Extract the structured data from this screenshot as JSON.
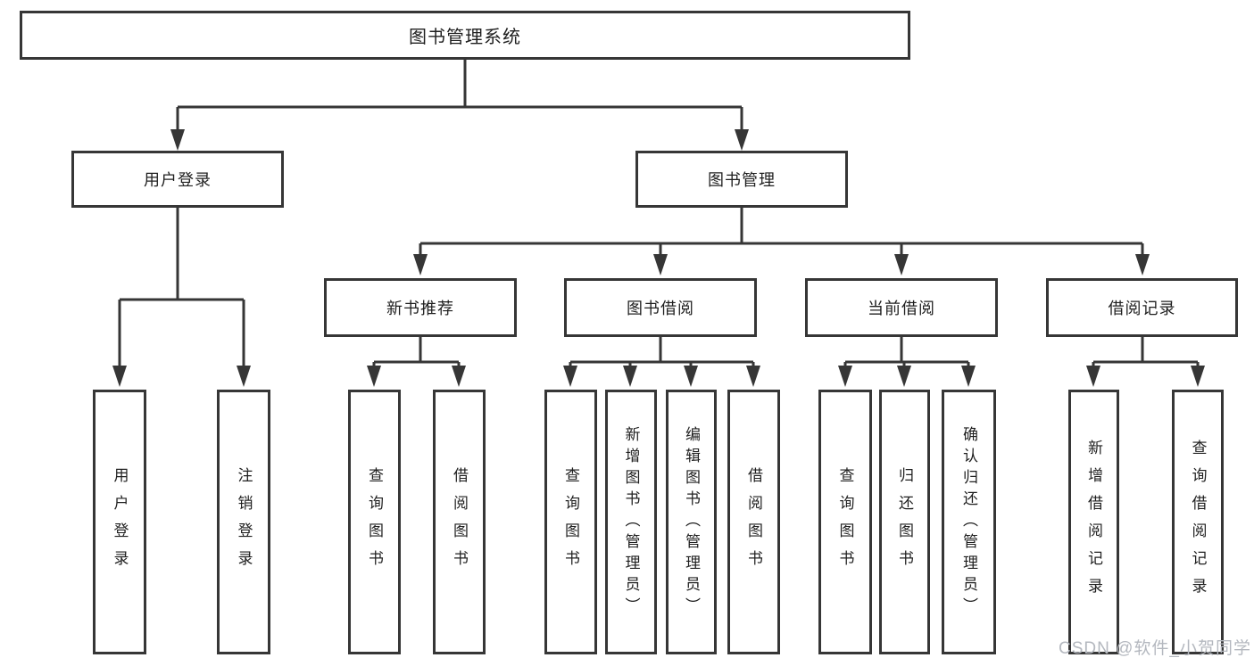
{
  "nodes": {
    "root": {
      "label": "图书管理系统"
    },
    "user_login": {
      "label": "用户登录"
    },
    "book_mgmt": {
      "label": "图书管理"
    },
    "login": {
      "label": "用户登录"
    },
    "logout": {
      "label": "注销登录"
    },
    "new_book_rec": {
      "label": "新书推荐"
    },
    "book_borrow": {
      "label": "图书借阅"
    },
    "current_borrow": {
      "label": "当前借阅"
    },
    "borrow_records": {
      "label": "借阅记录"
    },
    "nbr_query_books": {
      "label": "查询图书"
    },
    "nbr_borrow_books": {
      "label": "借阅图书"
    },
    "bb_query_books": {
      "label": "查询图书"
    },
    "bb_add_books": {
      "label": "新增图书（管理员）"
    },
    "bb_edit_books": {
      "label": "编辑图书（管理员）"
    },
    "bb_borrow_books": {
      "label": "借阅图书"
    },
    "cb_query_books": {
      "label": "查询图书"
    },
    "cb_return_books": {
      "label": "归还图书"
    },
    "cb_confirm_return": {
      "label": "确认归还（管理员）"
    },
    "br_add_record": {
      "label": "新增借阅记录"
    },
    "br_query_record": {
      "label": "查询借阅记录"
    }
  },
  "watermark": {
    "text": "CSDN @软件_小贺同学"
  },
  "colors": {
    "line": "#363636",
    "box_border": "#363636",
    "text": "#1f1f1f",
    "background": "#ffffff",
    "watermark": "#b4b8bf"
  }
}
